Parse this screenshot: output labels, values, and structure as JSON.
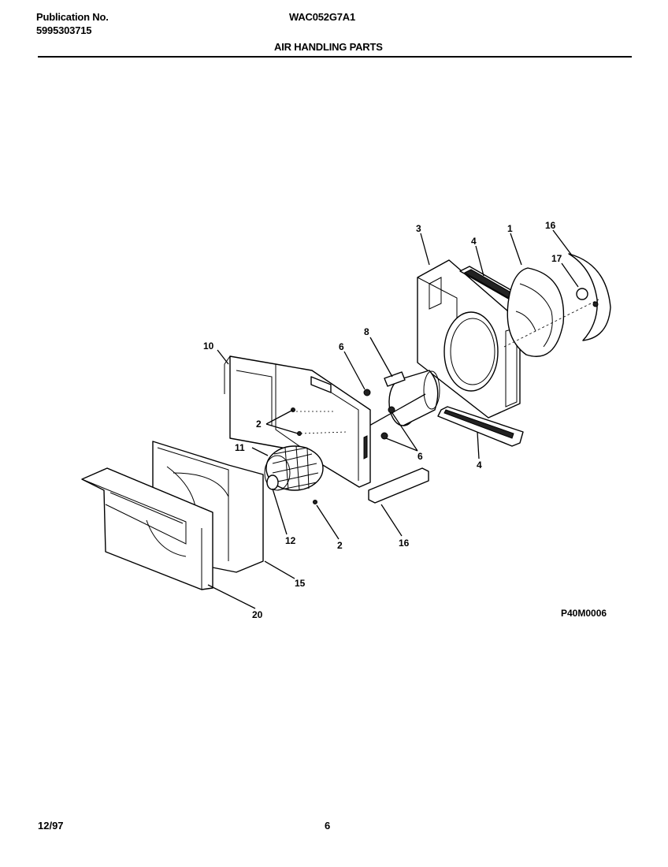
{
  "header": {
    "publication_label": "Publication No.",
    "publication_number": "5995303715",
    "model": "WAC052G7A1",
    "section_title": "AIR HANDLING PARTS"
  },
  "diagram": {
    "drawing_code": "P40M0006",
    "callouts": {
      "c3": "3",
      "c4a": "4",
      "c1": "1",
      "c16a": "16",
      "c17": "17",
      "c8": "8",
      "c6a": "6",
      "c10": "10",
      "c2a": "2",
      "c11": "11",
      "c6b": "6",
      "c4b": "4",
      "c12": "12",
      "c2b": "2",
      "c16b": "16",
      "c15": "15",
      "c20": "20"
    }
  },
  "footer": {
    "date": "12/97",
    "page_number": "6"
  }
}
